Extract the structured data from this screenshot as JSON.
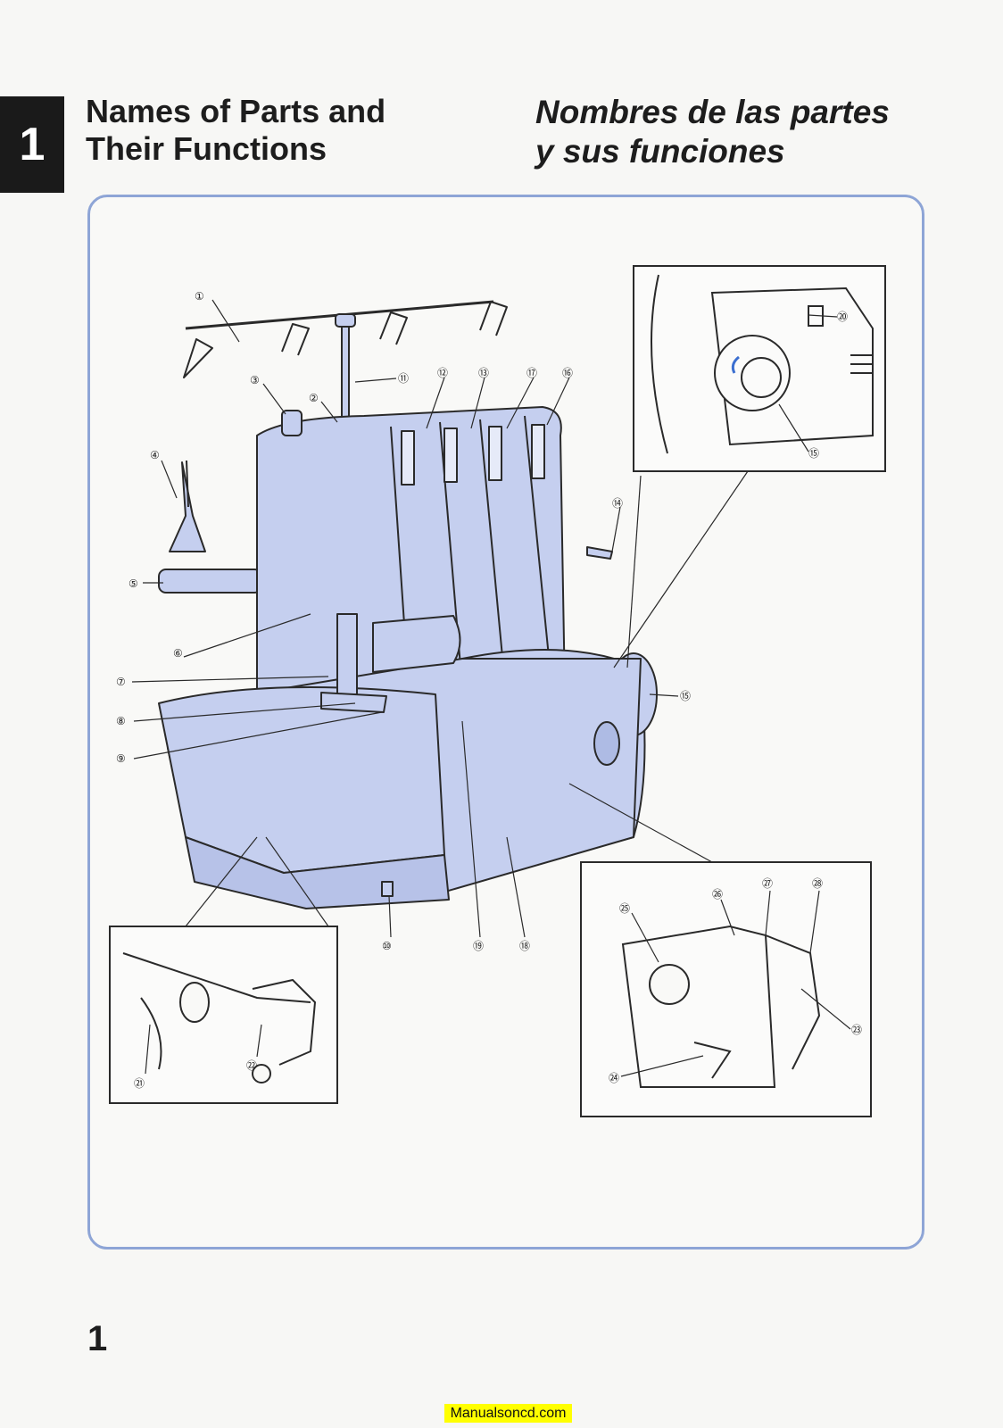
{
  "section_tab": "1",
  "title_en": [
    "Names of Parts and",
    "Their Functions"
  ],
  "title_es": [
    "Nombres de las partes",
    "y sus funciones"
  ],
  "callouts": [
    "①",
    "②",
    "③",
    "④",
    "⑤",
    "⑥",
    "⑦",
    "⑧",
    "⑨",
    "⑩",
    "⑪",
    "⑫",
    "⑬",
    "⑭",
    "⑮",
    "⑯",
    "⑰",
    "⑱",
    "⑲",
    "⑳",
    "㉑",
    "㉒",
    "㉓",
    "㉔",
    "㉕",
    "㉖",
    "㉗",
    "㉘"
  ],
  "page_number": "1",
  "watermark": "Manualsoncd.com",
  "colors": {
    "machine_fill": "#c5cfef",
    "frame": "#8ea5d6",
    "line": "#2a2a2a"
  }
}
